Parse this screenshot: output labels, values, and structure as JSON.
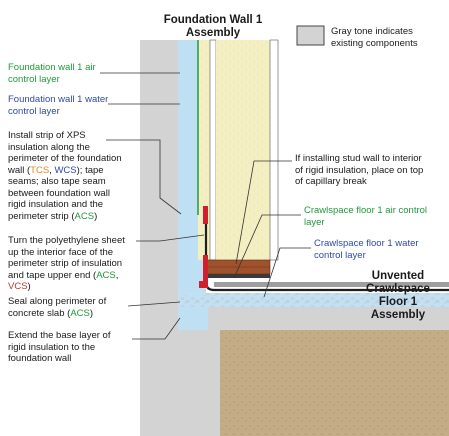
{
  "title": {
    "line1": "Foundation Wall 1",
    "line2": "Assembly"
  },
  "legend": {
    "line1": "Gray tone indicates",
    "line2": "existing components"
  },
  "left_labels": {
    "air": {
      "line1": "Foundation wall 1 air",
      "line2": "control layer"
    },
    "water": {
      "line1": "Foundation wall 1 water",
      "line2": "control layer"
    },
    "xps": {
      "line1": "Install strip of XPS",
      "line2": "insulation along the",
      "line3": "perimeter of the foundation",
      "line4_pre": "wall (",
      "line4_tcs": "TCS",
      "line4_sep": ", ",
      "line4_wcs": "WCS",
      "line4_post": "); tape",
      "line5": "seams; also tape seam",
      "line6": "between foundation wall",
      "line7": "rigid insulation and the",
      "line8_pre": "perimeter strip (",
      "line8_acs": "ACS",
      "line8_post": ")"
    },
    "poly": {
      "line1": "Turn the polyethylene sheet",
      "line2": "up the interior face of the",
      "line3": "perimeter strip of insulation",
      "line4_pre": "and tape upper end (",
      "line4_acs": "ACS",
      "line4_post": ",",
      "line5_vcs": "VCS",
      "line5_post": ")"
    },
    "seal": {
      "line1": "Seal along perimeter of",
      "line2_pre": "concrete slab (",
      "line2_acs": "ACS",
      "line2_post": ")"
    },
    "extend": {
      "line1": "Extend the base layer of",
      "line2": "rigid insulation to the",
      "line3": "foundation wall"
    }
  },
  "right_labels": {
    "stud": {
      "line1": "If installing stud wall to interior",
      "line2": "of rigid insulation, place on top",
      "line3": "of capillary break"
    },
    "floor_air": {
      "line1": "Crawlspace floor 1 air control",
      "line2": "layer"
    },
    "floor_water": {
      "line1": "Crawlspace floor 1 water",
      "line2": "control layer"
    },
    "assembly": {
      "line1": "Unvented",
      "line2": "Crawlspace",
      "line3": "Floor 1",
      "line4": "Assembly"
    }
  },
  "colors": {
    "gray": "#d3d3d3",
    "gray_dark": "#bdbdbd",
    "insulation": "#f4efc2",
    "rigid": "#bfe0f3",
    "soil": "#c4ad86",
    "air_green": "#1f9a3a",
    "water_blue": "#2f4aa5",
    "tape_red": "#d0202e",
    "plate": "#a0522d"
  }
}
